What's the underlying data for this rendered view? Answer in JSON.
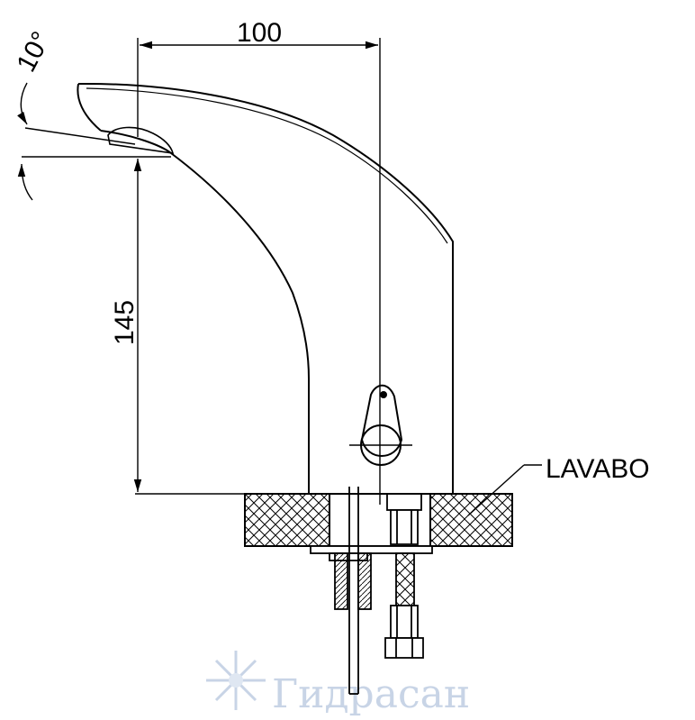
{
  "dimensions": {
    "width_label": "100",
    "height_label": "145",
    "angle_label": "10°"
  },
  "callouts": {
    "basin_label": "LAVABO"
  },
  "watermark": {
    "text": "Гидрасан"
  },
  "colors": {
    "line": "#000000",
    "watermark": "#c8d4e6"
  }
}
